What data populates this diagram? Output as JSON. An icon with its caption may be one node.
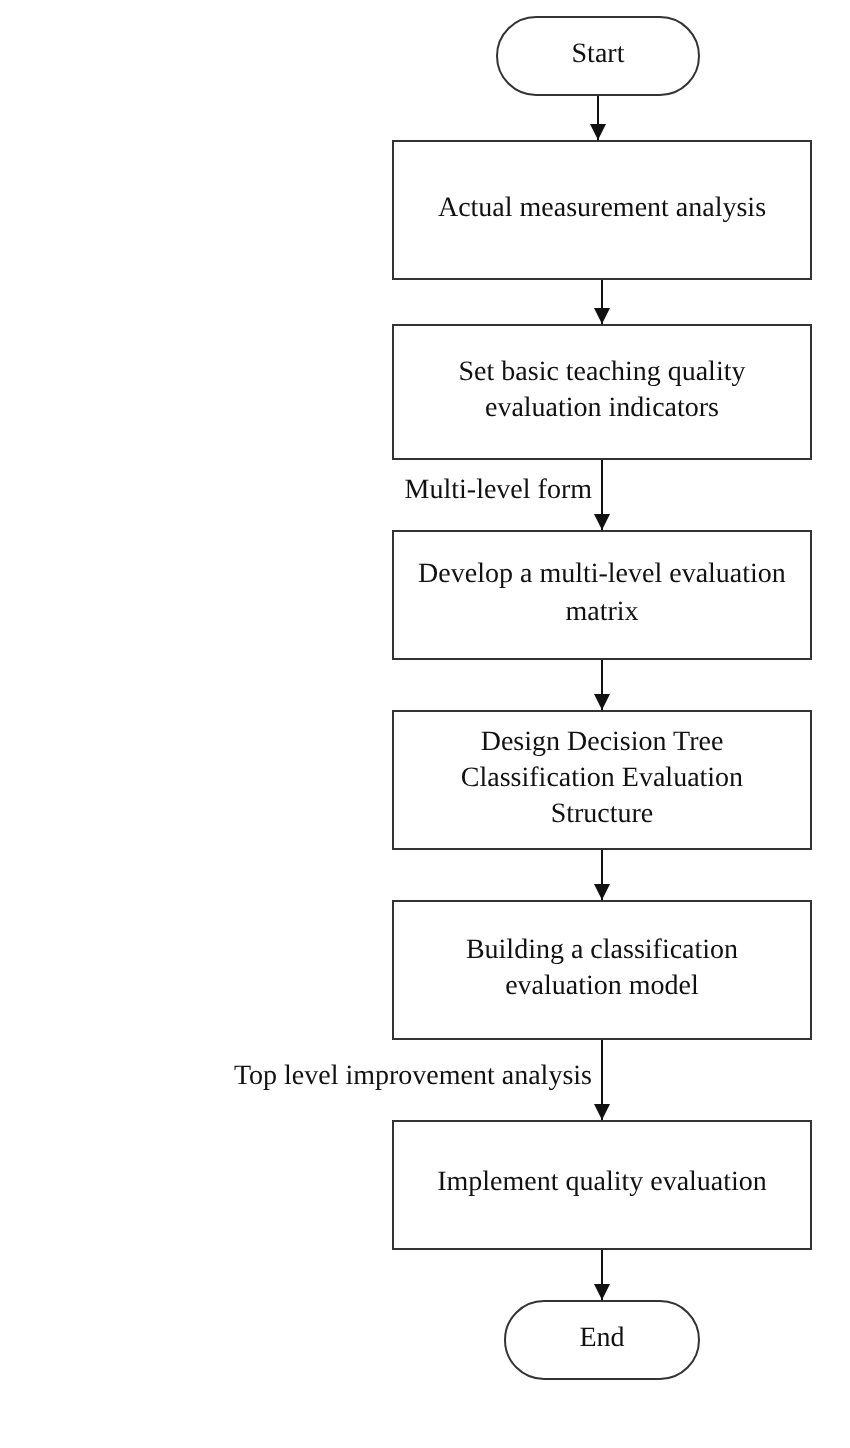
{
  "diagram": {
    "nodes": [
      {
        "text": [
          "Start"
        ]
      },
      {
        "text": [
          "Actual measurement analysis"
        ]
      },
      {
        "text": [
          "Set basic teaching quality evaluation indicators"
        ]
      },
      {
        "text": [
          "Develop a multi-level evaluation matrix"
        ]
      },
      {
        "text": [
          "Design Decision Tree Classification Evaluation Structure"
        ]
      },
      {
        "text": [
          "Building a classification evaluation model"
        ]
      },
      {
        "text": [
          "Implement quality evaluation"
        ]
      },
      {
        "text": [
          "End"
        ]
      }
    ],
    "edges": [
      {
        "from": 0,
        "to": 1,
        "arrow": "to"
      },
      {
        "from": 1,
        "to": 2,
        "arrow": "to"
      },
      {
        "from": 2,
        "to": 3,
        "arrow": "to",
        "label": "Multi-level form"
      },
      {
        "from": 3,
        "to": 4,
        "arrow": "to"
      },
      {
        "from": 4,
        "to": 5,
        "arrow": "to"
      },
      {
        "from": 5,
        "to": 6,
        "arrow": "to",
        "label": "Top level improvement analysis"
      },
      {
        "from": 6,
        "to": 7,
        "arrow": "to"
      }
    ]
  }
}
